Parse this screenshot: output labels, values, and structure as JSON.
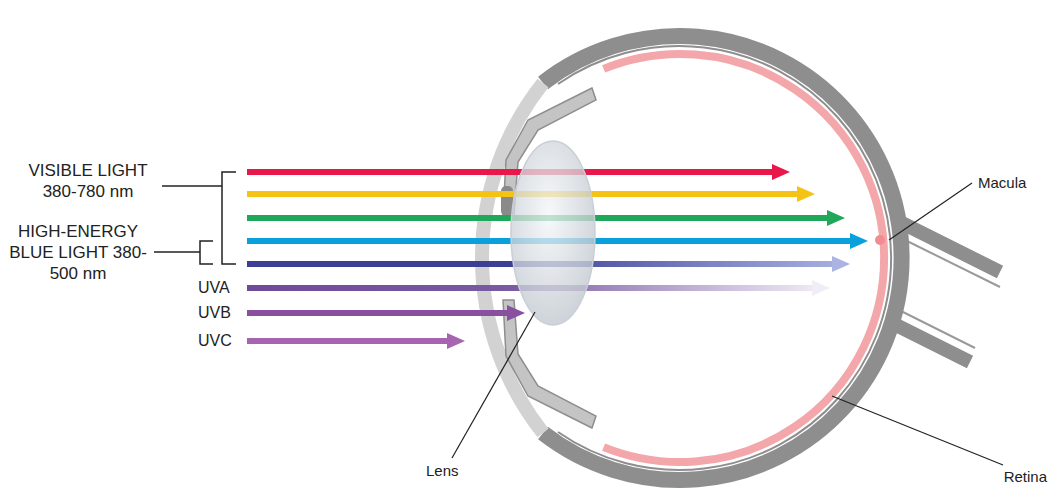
{
  "diagram": {
    "labels": [
      "VISIBLE LIGHT 380-780 nm",
      "HIGH-ENERGY BLUE LIGHT 380-500 nm",
      "UVA",
      "UVB",
      "UVC",
      "Lens",
      "Retina",
      "Macula"
    ]
  }
}
